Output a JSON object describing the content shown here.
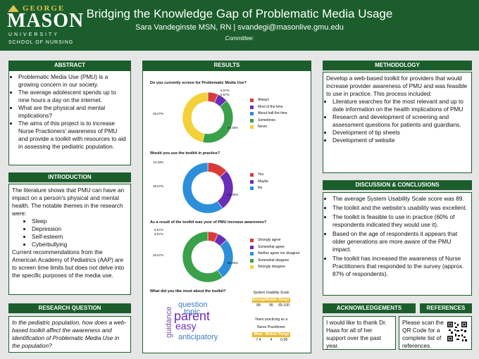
{
  "header": {
    "logo": {
      "top": "GEORGE",
      "main": "MASON",
      "univ": "UNIVERSITY",
      "school": "SCHOOL OF NURSING"
    },
    "title": "Bridging the Knowledge Gap of Problematic Media Usage",
    "subtitle": "Sara Vandeginste MSN, RN | svandegi@masonlive.gmu.edu",
    "committee": "Committee:",
    "colors": {
      "green": "#1b5e2c",
      "gold": "#e0c14a"
    }
  },
  "sections": {
    "abstract": "ABSTRACT",
    "introduction": "INTRODUCTION",
    "research_question": "RESEARCH QUESTION",
    "results": "RESULTS",
    "methodology": "METHODOLOGY",
    "discussion": "DISCUSSION & CONCLUSIONS",
    "acknowledgements": "ACKNOWLEDGEMENTS",
    "references": "REFERENCES"
  },
  "abstract": [
    "Problematic Media Use (PMU) is a growing concern in our society.",
    "The average adolescent spends up to nine hours a day on the internet.",
    "What are the physical and mental implications?",
    "The aims of this project is to increase Nurse Practioners' awareness of PMU and provide a toolkit with resources to aid in assessing the pediatric population."
  ],
  "introduction": {
    "p1": "The literature shows that PMU can have an impact on a person's physical and mental health.  The notable themes in the research were:",
    "themes": [
      "Sleep",
      "Depression",
      "Self-esteem",
      "Cyberbullying"
    ],
    "p2": "Current recommendations from the American Academy of Pediatrics (AAP) are to screen time limits but does not delve into the specific purposes of the media use."
  },
  "research_question": "In the pediatric population, how does a web-based toolkit affect the awareness and identification of Problematic Media Use in the  population?",
  "methodology": {
    "p": "Develop a web-based toolkit for providers that would increase provider awareness of PMU and was feasible to use in practice.  This process included:",
    "items": [
      "Literature searches for the most relevant and up to date information on the health implications of PMU",
      "Research and development of screening and assessment questions for patients and guardians.",
      "Development of tip sheets",
      "Development of website"
    ]
  },
  "discussion": [
    "The average System Usability Scale score was 89.",
    "The toolkit and the website's usability was excellent.",
    "The toolkit is feasible to use in practice (60% of respondents indicated they would use it).",
    "Based on the age of respondents it appears that older generations are more aware of the PMU impact.",
    "The toolkit has increased the awareness of Nurse Practitioners that responded to the survey (approx. 87% of respondents)."
  ],
  "acknowledgements": "I would like to thank Dr. Haas for all of her support over the past year.",
  "references": "Please scan the QR Code for a complete list of references.",
  "chart_data": [
    {
      "type": "pie",
      "title": "Do you currently screen for Problematic Media Use?",
      "categories": [
        "Always",
        "Most of the time",
        "About half the time",
        "Sometimes",
        "Never"
      ],
      "values": [
        6.67,
        6.67,
        0,
        40.0,
        46.67
      ],
      "labels": [
        "6.67%",
        "6.67%",
        "40.00%",
        "46.67%"
      ],
      "colors": [
        "#d93b3b",
        "#6a2db8",
        "#2d8fd9",
        "#3aa14a",
        "#f2d13b"
      ]
    },
    {
      "type": "pie",
      "title": "Would you use the toolkit in practice?",
      "categories": [
        "Yes",
        "Maybe",
        "No"
      ],
      "values": [
        13.33,
        26.67,
        60.0
      ],
      "labels": [
        "13.33%",
        "26.67%",
        "60.00%"
      ],
      "colors": [
        "#d93b3b",
        "#6a2db8",
        "#2d8fd9"
      ]
    },
    {
      "type": "pie",
      "title": "As a result of the toolkit was your of PMU increase awareness?",
      "categories": [
        "Strongly agree",
        "Somewhat agree",
        "Neither agree nor disagree",
        "Somewhat disagree",
        "Strongly disagree"
      ],
      "values": [
        6.67,
        6.67,
        26.67,
        60.0
      ],
      "labels": [
        "6.67%",
        "6.67%",
        "26.67%",
        "60.00%"
      ],
      "colors": [
        "#d93b3b",
        "#6a2db8",
        "#2d8fd9",
        "#3aa14a",
        "#f2d13b"
      ]
    }
  ],
  "liked": {
    "question": "What did you like most about the toolkit?",
    "words": [
      "guidance",
      "question",
      "topic",
      "parent",
      "easy",
      "anticipatory"
    ]
  },
  "sus_table": {
    "title": "System Usability Scale",
    "headers": [
      "Average",
      "Median",
      "Range"
    ],
    "values": [
      "89",
      "95",
      "65-100"
    ]
  },
  "years_table": {
    "title": "Years practicing as a Nurse Practitioner",
    "headers": [
      "Mean",
      "Median",
      "Range"
    ],
    "values": [
      "7.4",
      "4",
      "0-28"
    ]
  }
}
